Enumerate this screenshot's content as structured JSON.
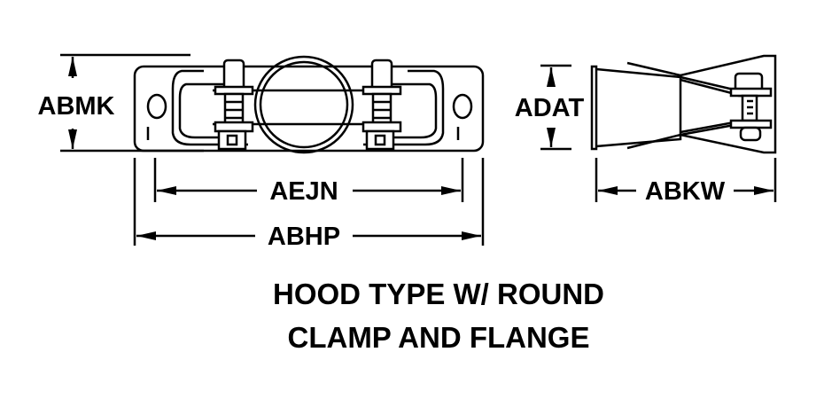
{
  "dimensions": {
    "height": "ABMK",
    "hole_spacing": "AEJN",
    "overall_length": "ABHP",
    "side_height": "ADAT",
    "side_width": "ABKW"
  },
  "title": {
    "line1": "HOOD TYPE W/ ROUND",
    "line2": "CLAMP AND FLANGE"
  }
}
